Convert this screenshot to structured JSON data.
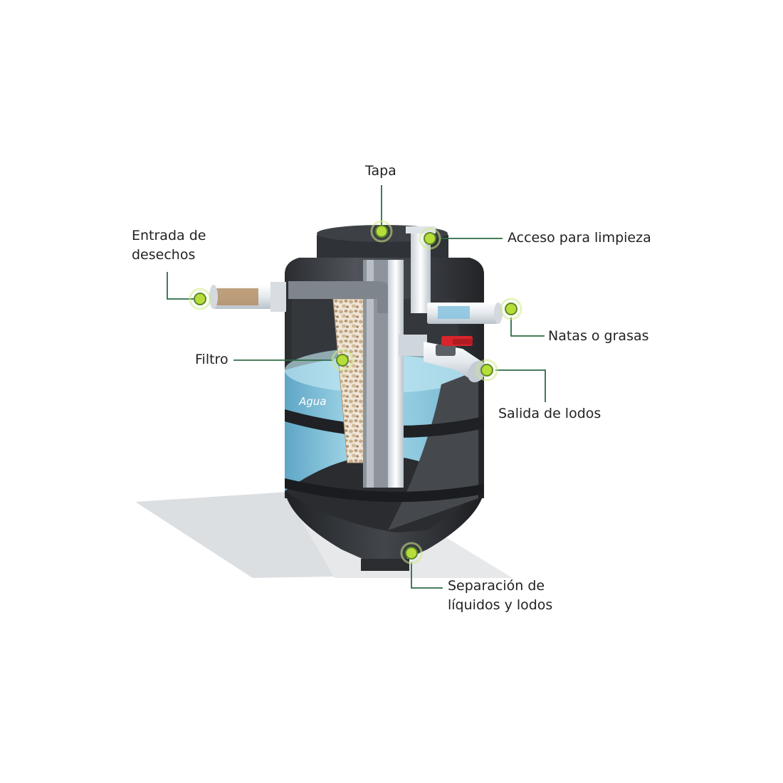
{
  "diagram": {
    "water_label": "Agua",
    "labels": {
      "tapa": "Tapa",
      "entrada": [
        "Entrada de",
        "desechos"
      ],
      "acceso": "Acceso para limpieza",
      "natas": "Natas o grasas",
      "filtro": "Filtro",
      "salida": "Salida de lodos",
      "separacion": [
        "Separación de",
        "líquidos y lodos"
      ]
    }
  },
  "colors": {
    "tank_body": "#3a3d42",
    "water": "#9fd3e6",
    "pipe": "#e8edf1",
    "leader_line": "#2f6b45",
    "marker": "#b6dd3a",
    "valve": "#d8242c"
  }
}
